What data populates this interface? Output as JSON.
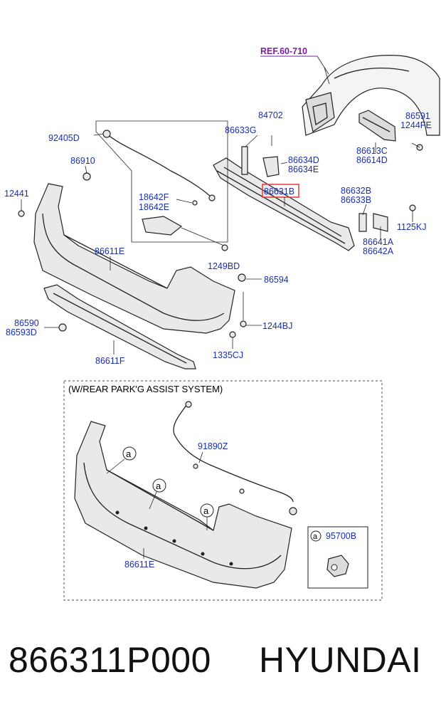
{
  "diagram": {
    "ref_label": "REF.60-710",
    "highlight_color": "#e53935",
    "label_color": "#1a2fb0",
    "labels": {
      "l_84702": "84702",
      "l_86633G": "86633G",
      "l_86591": "86591",
      "l_1244FE": "1244FE",
      "l_92405D": "92405D",
      "l_86634D": "86634D",
      "l_86634E": "86634E",
      "l_86613C": "86613C",
      "l_86614D": "86614D",
      "l_86910": "86910",
      "l_86631B": "86631B",
      "l_86632B": "86632B",
      "l_86633B": "86633B",
      "l_12441": "12441",
      "l_18642F": "18642F",
      "l_18642E": "18642E",
      "l_1125KJ": "1125KJ",
      "l_86641A": "86641A",
      "l_86642A": "86642A",
      "l_86611E_top": "86611E",
      "l_1249BD": "1249BD",
      "l_86594": "86594",
      "l_86590": "86590",
      "l_86593D": "86593D",
      "l_1244BJ": "1244BJ",
      "l_1335CJ": "1335CJ",
      "l_86611F": "86611F",
      "l_91890Z": "91890Z",
      "l_86611E_bottom": "86611E",
      "l_95700B": "95700B"
    },
    "callout_a": "a",
    "option_note": "(W/REAR PARK'G ASSIST SYSTEM)"
  },
  "footer": {
    "part_number": "866311P000",
    "brand": "HYUNDAI"
  }
}
